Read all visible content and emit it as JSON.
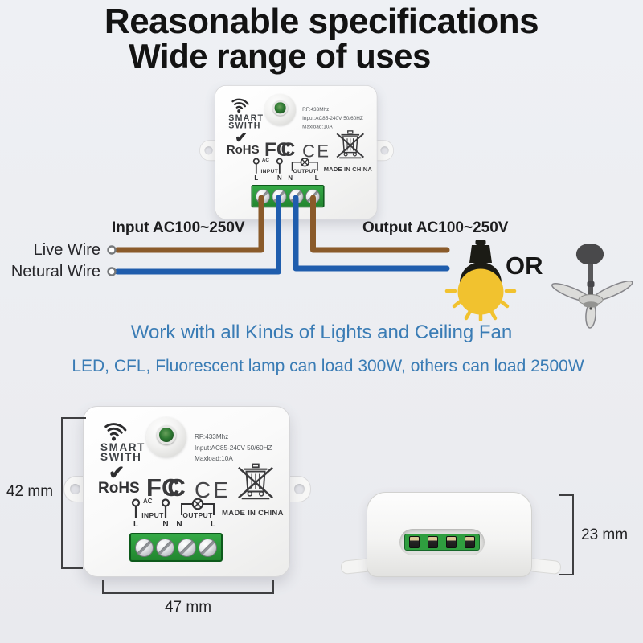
{
  "title": {
    "line1": "Reasonable specifications",
    "line2": "Wide range of uses"
  },
  "device": {
    "brand_line1": "SMART",
    "brand_line2": "SWITH",
    "specs": {
      "rf": "RF:433Mhz",
      "input": "Input:AC85-240V 50/60HZ",
      "maxload": "Maxload:10A"
    },
    "certs": {
      "check": "✔",
      "rohs": "RoHS",
      "fcc_f": "F",
      "fcc_c": "C",
      "ce": "CE"
    },
    "terminals": {
      "ac": "AC",
      "input": "INPUT",
      "output": "OUTPUT",
      "in_l": "L",
      "in_n": "N",
      "out_n": "N",
      "out_l": "L"
    },
    "made_in": "MADE IN CHINA"
  },
  "wiring": {
    "input_label": "Input AC100~250V",
    "output_label": "Output AC100~250V",
    "live_label": "Live Wire",
    "neutral_label": "Netural Wire",
    "or_label": "OR",
    "live_color": "#8a5a2a",
    "neutral_color": "#1f5dad"
  },
  "captions": {
    "line1": "Work with all Kinds of Lights and Ceiling Fan",
    "line2": "LED, CFL, Fluorescent lamp can load 300W, others can load 2500W",
    "color": "#3a7cb5"
  },
  "dimensions": {
    "height": "42 mm",
    "width": "47 mm",
    "depth": "23 mm"
  },
  "colors": {
    "background": "#edeef2",
    "bulb_yellow": "#f1c22f",
    "terminal_green": "#2f9e3f",
    "title_text": "#131313"
  }
}
